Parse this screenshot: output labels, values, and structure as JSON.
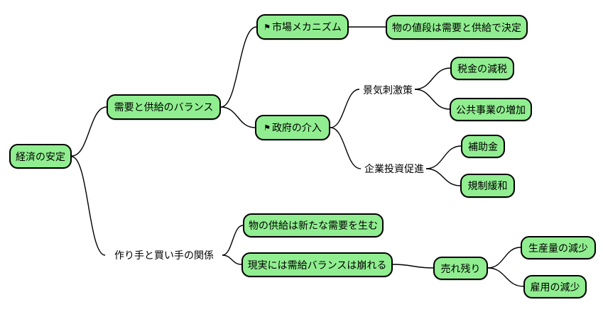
{
  "mindmap": {
    "root": {
      "label": "経済の安定",
      "children": [
        {
          "label": "需要と供給のバランス",
          "children": [
            {
              "icon": "⚑",
              "label": "市場メカニズム",
              "children": [
                {
                  "label": "物の値段は需要と供給で決定"
                }
              ]
            },
            {
              "icon": "⚑",
              "label": "政府の介入",
              "children": [
                {
                  "label": "景気刺激策",
                  "children": [
                    {
                      "label": "税金の減税"
                    },
                    {
                      "label": "公共事業の増加"
                    }
                  ]
                },
                {
                  "label": "企業投資促進",
                  "children": [
                    {
                      "label": "補助金"
                    },
                    {
                      "label": "規制緩和"
                    }
                  ]
                }
              ]
            }
          ]
        },
        {
          "label": "作り手と買い手の関係",
          "children": [
            {
              "label": "物の供給は新たな需要を生む"
            },
            {
              "label": "現実には需給バランスは崩れる",
              "children": [
                {
                  "label": "売れ残り",
                  "children": [
                    {
                      "label": "生産量の減少"
                    },
                    {
                      "label": "雇用の減少"
                    }
                  ]
                }
              ]
            }
          ]
        }
      ]
    }
  },
  "colors": {
    "node_fill": "#90EE90",
    "node_border": "#000000",
    "edge": "#000000",
    "text": "#000000",
    "background": "#FFFFFF"
  }
}
